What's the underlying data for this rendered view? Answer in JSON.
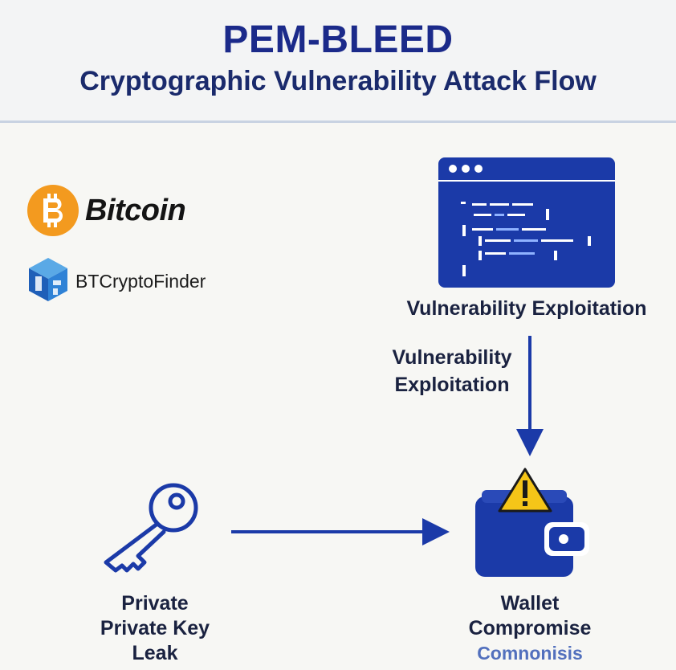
{
  "header": {
    "title": "PEM-BLEED",
    "subtitle": "Cryptographic Vulnerability Attack Flow"
  },
  "brands": {
    "bitcoin": {
      "name": "Bitcoin",
      "icon": "bitcoin-icon"
    },
    "finder": {
      "name": "BTCryptoFinder",
      "icon": "cube-logo-icon"
    }
  },
  "nodes": {
    "exploit": {
      "label": "Vulnerability Exploitation",
      "icon": "code-window-icon"
    },
    "key": {
      "line1": "Private",
      "line2": "Private Key",
      "line3": "Leak",
      "icon": "key-icon"
    },
    "wallet": {
      "line1": "Wallet",
      "line2": "Compromise",
      "line3": "Comnonisis",
      "icon": "wallet-warning-icon"
    }
  },
  "edges": {
    "exploit_to_wallet": {
      "line1": "Vulnerability",
      "line2": "Exploitation"
    }
  },
  "colors": {
    "primary": "#1b3aa8",
    "title": "#1b2a8a",
    "bitcoin": "#f39a1f",
    "warning": "#f5c518"
  }
}
